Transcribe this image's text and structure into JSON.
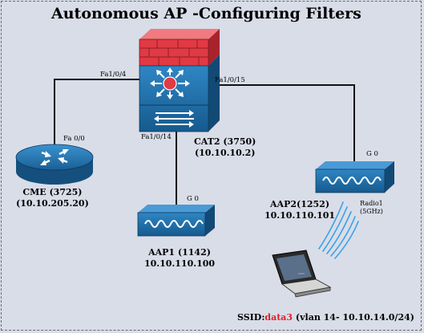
{
  "title": "Autonomous AP -Configuring Filters",
  "devices": {
    "cat2": {
      "name": "CAT2 (3750)",
      "ip": "(10.10.10.2)"
    },
    "cme": {
      "name": "CME (3725)",
      "ip": "(10.10.205.20)"
    },
    "aap1": {
      "name": "AAP1 (1142)",
      "ip": "10.10.110.100"
    },
    "aap2": {
      "name": "AAP2(1252)",
      "ip": "10.10.110.101"
    }
  },
  "ports": {
    "cat2_left": "Fa1/0/4",
    "cat2_right": "Fa1/0/15",
    "cat2_down": "Fa1/0/14",
    "cme": "Fa 0/0",
    "aap1": "G 0",
    "aap2": "G 0"
  },
  "radio": {
    "name": "Radio1",
    "band": "(5GHz)"
  },
  "ssid": {
    "prefix": "SSID:",
    "name": "data3",
    "detail": " (vlan 14- 10.10.14.0/24)"
  },
  "colors": {
    "background": "#d9dde8",
    "switch_firewall": "#e03a44",
    "device_blue": "#1f6fa8",
    "ssid_name": "#e0202a",
    "radio_waves": "#3aa0e8"
  },
  "icons": [
    "firewall-icon",
    "multilayer-switch-icon",
    "router-icon",
    "access-point-icon",
    "laptop-icon",
    "wireless-waves-icon"
  ]
}
